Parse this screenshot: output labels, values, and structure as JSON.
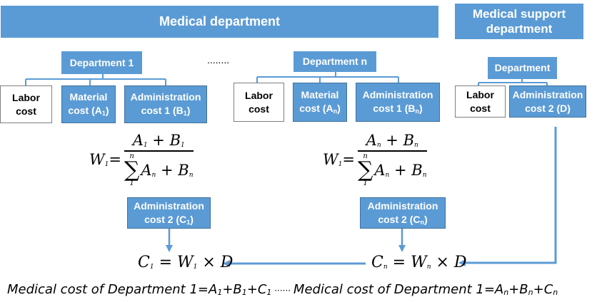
{
  "headers": {
    "medical": "Medical department",
    "support": "Medical support\ndepartment"
  },
  "dept1": {
    "title": "Department 1",
    "labor": "Labor\ncost",
    "material": "Material\ncost (A",
    "material_sub": "1",
    "admin": "Administration\ncost 1 (B",
    "admin_sub": "1",
    "admin2": "Administration\ncost 2 (C",
    "admin2_sub": "1"
  },
  "ellipsis": "........",
  "deptn": {
    "title": "Department n",
    "labor": "Labor\ncost",
    "material": "Material\ncost (A",
    "material_sub": "n",
    "admin": "Administration\ncost 1 (B",
    "admin_sub": "n",
    "admin2": "Administration\ncost 2 (C",
    "admin2_sub": "n"
  },
  "support": {
    "title": "Department",
    "labor": "Labor\ncost",
    "admin": "Administration\ncost 2 (D)"
  },
  "formula1": {
    "lhs": "W",
    "lhs_sub": "1",
    "num_a": "A",
    "num_a_sub": "1",
    "num_b": "B",
    "num_b_sub": "1",
    "sum_top": "n",
    "sum_bottom": "1",
    "den_a": "A",
    "den_a_sub": "n",
    "den_b": "B",
    "den_b_sub": "n"
  },
  "formulan": {
    "lhs": "W",
    "lhs_sub": "1",
    "num_a": "A",
    "num_a_sub": "n",
    "num_b": "B",
    "num_b_sub": "n",
    "sum_top": "n",
    "sum_bottom": "1",
    "den_a": "A",
    "den_a_sub": "n",
    "den_b": "B",
    "den_b_sub": "n"
  },
  "result1": {
    "c": "C",
    "c_sub": "1",
    "w": "W",
    "w_sub": "1",
    "d": "D"
  },
  "resultn": {
    "c": "C",
    "c_sub": "n",
    "w": "W",
    "w_sub": "n",
    "d": "D"
  },
  "bottom": {
    "part1": "Medical cost of Department  1=A",
    "s1": "1",
    "p2": "+B",
    "s2": "1",
    "p3": "+C",
    "s3": "1",
    "dots": " ······ ",
    "part4": "Medical cost of Department  1=A",
    "s4": "n",
    "p5": "+B",
    "s5": "n",
    "p6": "+C",
    "s6": "n"
  },
  "colors": {
    "box": "#5b9bd5",
    "border": "#41719c"
  }
}
